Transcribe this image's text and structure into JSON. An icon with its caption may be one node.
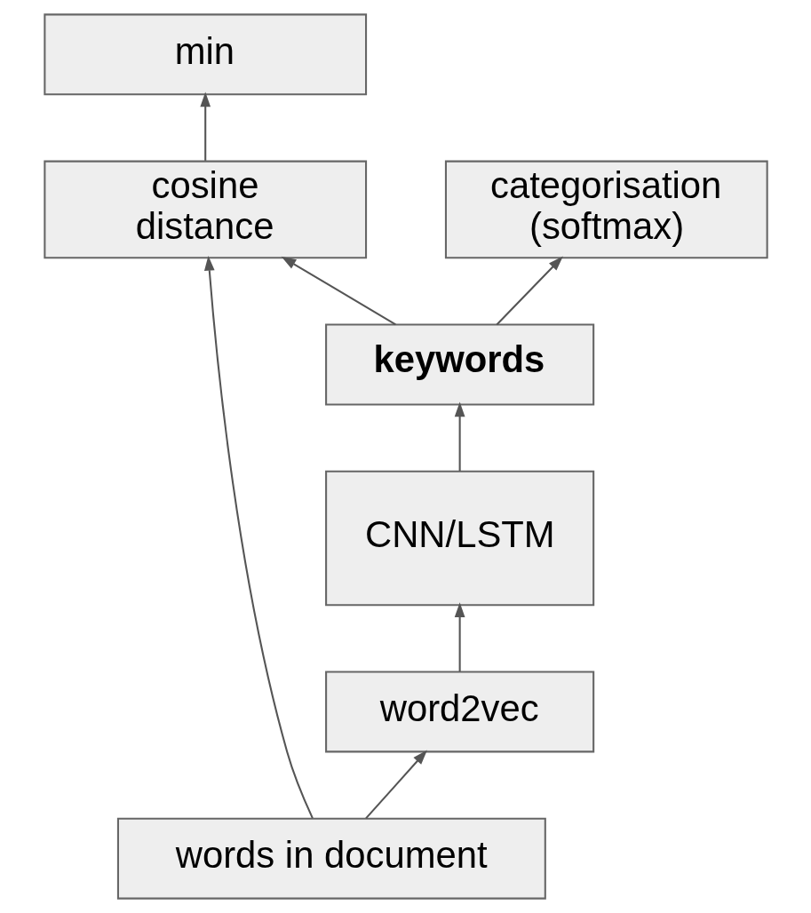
{
  "diagram": {
    "nodes": [
      {
        "text": [
          "min"
        ]
      },
      {
        "text": [
          "cosine distance"
        ]
      },
      {
        "text": [
          "categorisation (softmax)"
        ]
      },
      {
        "text": [
          "keywords"
        ]
      },
      {
        "text": [
          "CNN/LSTM"
        ]
      },
      {
        "text": [
          "word2vec"
        ]
      },
      {
        "text": [
          "words in document"
        ]
      }
    ],
    "edges": [
      {
        "from": 1,
        "to": 0,
        "arrow": "to"
      },
      {
        "from": 3,
        "to": 1,
        "arrow": "to"
      },
      {
        "from": 3,
        "to": 2,
        "arrow": "to"
      },
      {
        "from": 4,
        "to": 3,
        "arrow": "to"
      },
      {
        "from": 5,
        "to": 4,
        "arrow": "to"
      },
      {
        "from": 6,
        "to": 5,
        "arrow": "to"
      },
      {
        "from": 6,
        "to": 1,
        "arrow": "to"
      }
    ]
  }
}
